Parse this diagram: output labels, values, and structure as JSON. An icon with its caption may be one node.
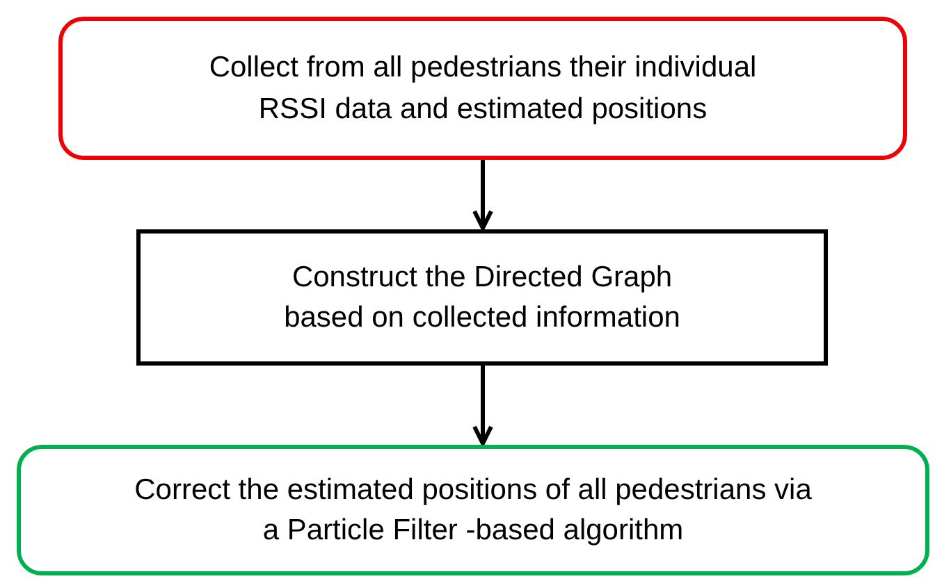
{
  "diagram": {
    "nodes": [
      {
        "text": [
          "Collect from all pedestrians their individual RSSI data and estimated positions"
        ]
      },
      {
        "text": [
          "Construct the Directed Graph based on collected information"
        ]
      },
      {
        "text": [
          "Correct the estimated positions of all pedestrians via a Particle Filter -based algorithm"
        ]
      }
    ],
    "edges": [
      {
        "from": 0,
        "to": 1,
        "arrow": "to"
      },
      {
        "from": 1,
        "to": 2,
        "arrow": "to"
      }
    ]
  }
}
